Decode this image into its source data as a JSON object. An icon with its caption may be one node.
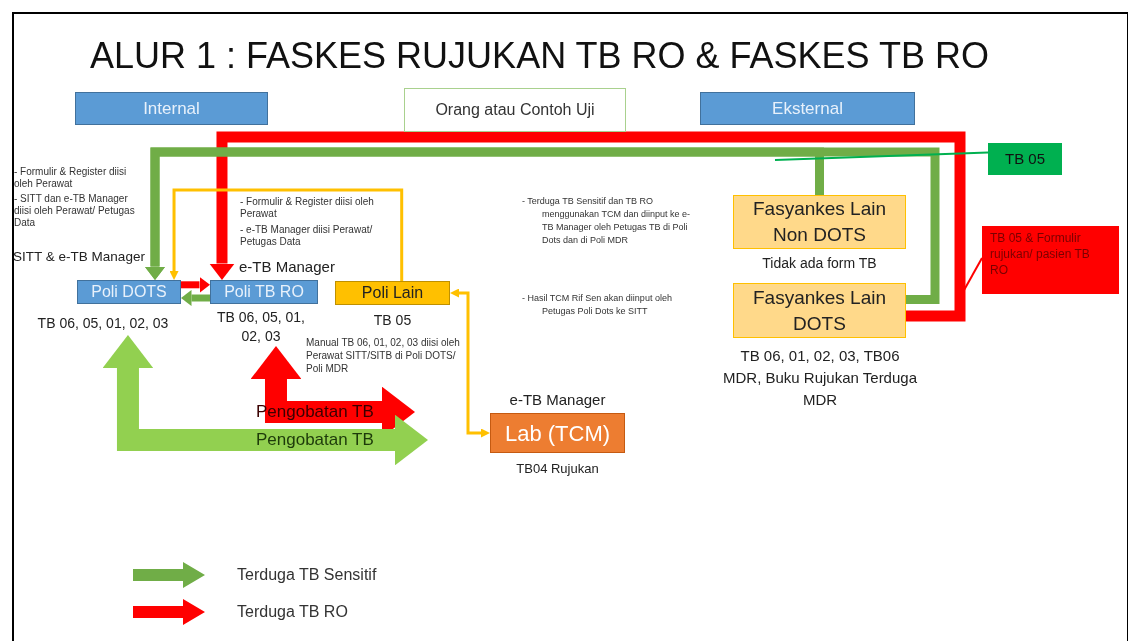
{
  "diagram": {
    "title": "ALUR 1 : FASKES RUJUKAN TB RO & FASKES TB RO",
    "nodes": [
      {
        "text": [
          "Internal"
        ]
      },
      {
        "text": [
          "Orang atau Contoh Uji"
        ]
      },
      {
        "text": [
          "Eksternal"
        ]
      },
      {
        "text": [
          "TB 05"
        ]
      },
      {
        "text": [
          "Fasyankes Lain Non DOTS"
        ],
        "beside": [
          "Tidak ada form TB"
        ]
      },
      {
        "text": [
          "Fasyankes Lain DOTS"
        ],
        "beside": [
          "TB 06, 01, 02, 03, TB06 MDR, Buku Rujukan Terduga MDR"
        ]
      },
      {
        "text": [
          "TB 05 & Formulir rujukan/ pasien TB RO"
        ]
      },
      {
        "text": [
          "Poli DOTS"
        ],
        "beside": [
          "SITT & e-TB Manager",
          "TB 06, 05, 01, 02, 03"
        ]
      },
      {
        "text": [
          "Poli TB RO"
        ],
        "beside": [
          "e-TB Manager",
          "TB 06, 05, 01, 02, 03"
        ]
      },
      {
        "text": [
          "Poli Lain"
        ],
        "beside": [
          "TB 05"
        ]
      },
      {
        "text": [
          "Lab (TCM)"
        ],
        "beside": [
          "e-TB Manager",
          "TB04 Rujukan"
        ]
      }
    ],
    "edges": [
      {
        "from": 5,
        "to": 8,
        "arrow": "to",
        "color": "#ff0000"
      },
      {
        "from": 5,
        "to": 7,
        "arrow": "to",
        "color": "#70ad47"
      },
      {
        "from": 4,
        "to": 7,
        "arrow": "to",
        "color": "#70ad47"
      },
      {
        "from": 7,
        "to": 8,
        "arrow": "to",
        "color": "#ff0000"
      },
      {
        "from": 8,
        "to": 7,
        "arrow": "to",
        "color": "#70ad47"
      },
      {
        "from": 9,
        "to": 7,
        "arrow": "to",
        "color": "#ffc000"
      },
      {
        "from": 10,
        "to": 9,
        "arrow": "both",
        "color": "#ffc000"
      },
      {
        "from": 8,
        "to": null,
        "arrow": "both",
        "style": "thick",
        "color": "#ff0000",
        "label": "Pengobatan TB"
      },
      {
        "from": 7,
        "to": null,
        "arrow": "both",
        "style": "thick",
        "color": "#92d050",
        "label": "Pengobatan TB"
      },
      {
        "from": 3,
        "to": null,
        "arrow": "none",
        "color": "#00b050"
      },
      {
        "from": 6,
        "to": null,
        "arrow": "none",
        "color": "#ff0000"
      }
    ],
    "labels": [
      "- Formulir & Register diisi oleh Perawat",
      "- SITT dan e-TB Manager diisi oleh Perawat/ Petugas Data",
      "- Formulir & Register diisi oleh Perawat",
      "- e-TB Manager diisi Perawat/ Petugas Data",
      "- Terduga TB Sensitif dan TB RO menggunakan TCM dan diinput ke e-TB Manager oleh Petugas TB di Poli Dots dan di Poli MDR",
      "- Hasil TCM Rif Sen akan diinput oleh Petugas Poli Dots ke SITT",
      "Manual TB 06, 01, 02, 03 diisi oleh Perawat SITT/SITB di Poli DOTS/ Poli MDR"
    ],
    "legend": [
      {
        "text": "Terduga TB Sensitif",
        "color": "#70ad47"
      },
      {
        "text": "Terduga TB RO",
        "color": "#ff0000"
      }
    ]
  }
}
